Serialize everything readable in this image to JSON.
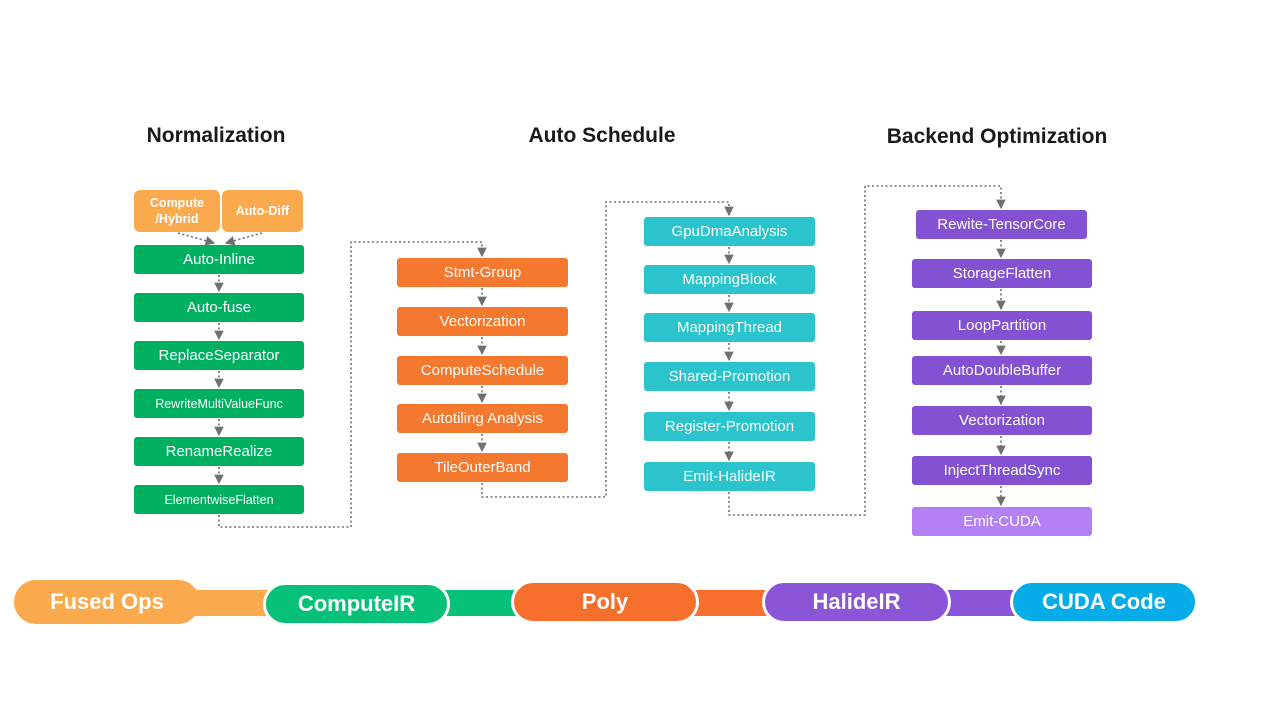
{
  "headings": {
    "normalization": "Normalization",
    "auto_schedule": "Auto Schedule",
    "backend": "Backend Optimization"
  },
  "colors": {
    "fused_ops": "#fba94d",
    "compute_ir": "#06c177",
    "normalization_box": "#00b061",
    "poly": "#f66f2c",
    "auto_schedule_box": "#f4792f",
    "mapping_box": "#2bc3cc",
    "halide_ir": "#8b55d8",
    "backend_box": "#8352d3",
    "emit_cuda_box": "#b381f4",
    "cuda_code": "#06ace8",
    "connector": "#707070"
  },
  "normalization": {
    "sources": [
      "Compute\n/Hybrid",
      "Auto-Diff"
    ],
    "passes": [
      "Auto-Inline",
      "Auto-fuse",
      "ReplaceSeparator",
      "RewriteMultiValueFunc",
      "RenameRealize",
      "ElementwiseFlatten"
    ]
  },
  "auto_schedule": {
    "passes": [
      "Stmt-Group",
      "Vectorization",
      "ComputeSchedule",
      "Autotiling Analysis",
      "TileOuterBand"
    ]
  },
  "mapping": {
    "passes": [
      "GpuDmaAnalysis",
      "MappingBlock",
      "MappingThread",
      "Shared-Promotion",
      "Register-Promotion",
      "Emit-HalideIR"
    ]
  },
  "backend": {
    "passes": [
      "Rewite-TensorCore",
      "StorageFlatten",
      "LoopPartition",
      "AutoDoubleBuffer",
      "Vectorization",
      "InjectThreadSync",
      "Emit-CUDA"
    ]
  },
  "pipeline": [
    "Fused Ops",
    "ComputeIR",
    "Poly",
    "HalideIR",
    "CUDA Code"
  ]
}
